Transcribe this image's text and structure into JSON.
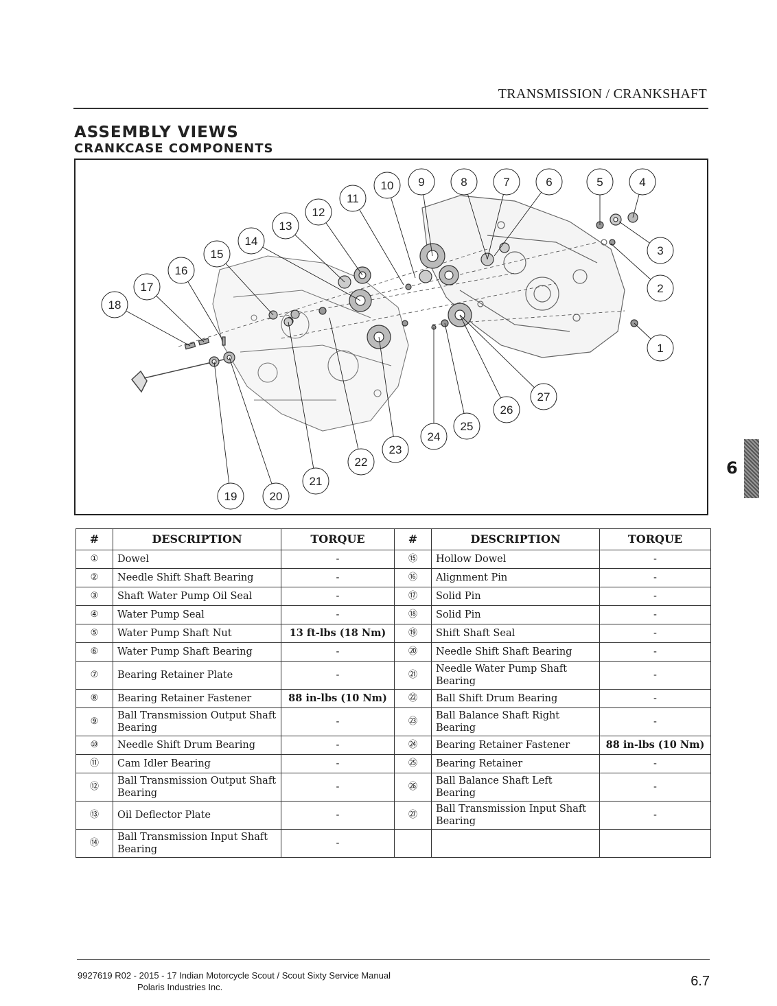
{
  "header": {
    "section_title": "TRANSMISSION / CRANKSHAFT",
    "assembly_title": "ASSEMBLY VIEWS",
    "assembly_subtitle": "CRANKCASE COMPONENTS"
  },
  "diagram": {
    "callouts": [
      "1",
      "2",
      "3",
      "4",
      "5",
      "6",
      "7",
      "8",
      "9",
      "10",
      "11",
      "12",
      "13",
      "14",
      "15",
      "16",
      "17",
      "18",
      "19",
      "20",
      "21",
      "22",
      "23",
      "24",
      "25",
      "26",
      "27"
    ]
  },
  "table": {
    "headers": {
      "num": "#",
      "description": "DESCRIPTION",
      "torque": "TORQUE"
    },
    "rows": [
      {
        "left": {
          "num": "①",
          "desc": "Dowel",
          "torque": "-"
        },
        "right": {
          "num": "⑮",
          "desc": "Hollow Dowel",
          "torque": "-"
        }
      },
      {
        "left": {
          "num": "②",
          "desc": "Needle Shift Shaft Bearing",
          "torque": "-"
        },
        "right": {
          "num": "⑯",
          "desc": "Alignment Pin",
          "torque": "-"
        }
      },
      {
        "left": {
          "num": "③",
          "desc": "Shaft Water Pump Oil Seal",
          "torque": "-"
        },
        "right": {
          "num": "⑰",
          "desc": "Solid Pin",
          "torque": "-"
        }
      },
      {
        "left": {
          "num": "④",
          "desc": "Water Pump Seal",
          "torque": "-"
        },
        "right": {
          "num": "⑱",
          "desc": "Solid Pin",
          "torque": "-"
        }
      },
      {
        "left": {
          "num": "⑤",
          "desc": "Water Pump Shaft Nut",
          "torque": "13 ft-lbs (18 Nm)"
        },
        "right": {
          "num": "⑲",
          "desc": "Shift Shaft Seal",
          "torque": "-"
        }
      },
      {
        "left": {
          "num": "⑥",
          "desc": "Water Pump Shaft Bearing",
          "torque": "-"
        },
        "right": {
          "num": "⑳",
          "desc": "Needle Shift Shaft Bearing",
          "torque": "-"
        }
      },
      {
        "left": {
          "num": "⑦",
          "desc": "Bearing Retainer Plate",
          "torque": "-"
        },
        "right": {
          "num": "㉑",
          "desc": "Needle Water Pump Shaft Bearing",
          "torque": "-"
        }
      },
      {
        "left": {
          "num": "⑧",
          "desc": "Bearing Retainer Fastener",
          "torque": "88 in-lbs (10 Nm)"
        },
        "right": {
          "num": "㉒",
          "desc": "Ball Shift Drum Bearing",
          "torque": "-"
        }
      },
      {
        "left": {
          "num": "⑨",
          "desc": "Ball Transmission Output Shaft Bearing",
          "torque": "-"
        },
        "right": {
          "num": "㉓",
          "desc": "Ball Balance Shaft Right Bearing",
          "torque": "-"
        }
      },
      {
        "left": {
          "num": "⑩",
          "desc": "Needle Shift Drum Bearing",
          "torque": "-"
        },
        "right": {
          "num": "㉔",
          "desc": "Bearing Retainer Fastener",
          "torque": "88 in-lbs (10 Nm)"
        }
      },
      {
        "left": {
          "num": "⑪",
          "desc": "Cam Idler Bearing",
          "torque": "-"
        },
        "right": {
          "num": "㉕",
          "desc": "Bearing Retainer",
          "torque": "-"
        }
      },
      {
        "left": {
          "num": "⑫",
          "desc": "Ball Transmission Output Shaft Bearing",
          "torque": "-"
        },
        "right": {
          "num": "㉖",
          "desc": "Ball Balance Shaft Left Bearing",
          "torque": "-"
        }
      },
      {
        "left": {
          "num": "⑬",
          "desc": "Oil Deflector Plate",
          "torque": "-"
        },
        "right": {
          "num": "㉗",
          "desc": "Ball Transmission Input Shaft Bearing",
          "torque": "-"
        }
      },
      {
        "left": {
          "num": "⑭",
          "desc": "Ball Transmission Input Shaft Bearing",
          "torque": "-"
        },
        "right": {
          "num": "",
          "desc": "",
          "torque": ""
        }
      }
    ]
  },
  "footer": {
    "manual_line": "9927619 R02 - 2015 - 17 Indian Motorcycle Scout / Scout Sixty Service Manual",
    "company_line": "Polaris Industries Inc.",
    "page_number": "6.7"
  },
  "section_tab": {
    "number": "6"
  }
}
